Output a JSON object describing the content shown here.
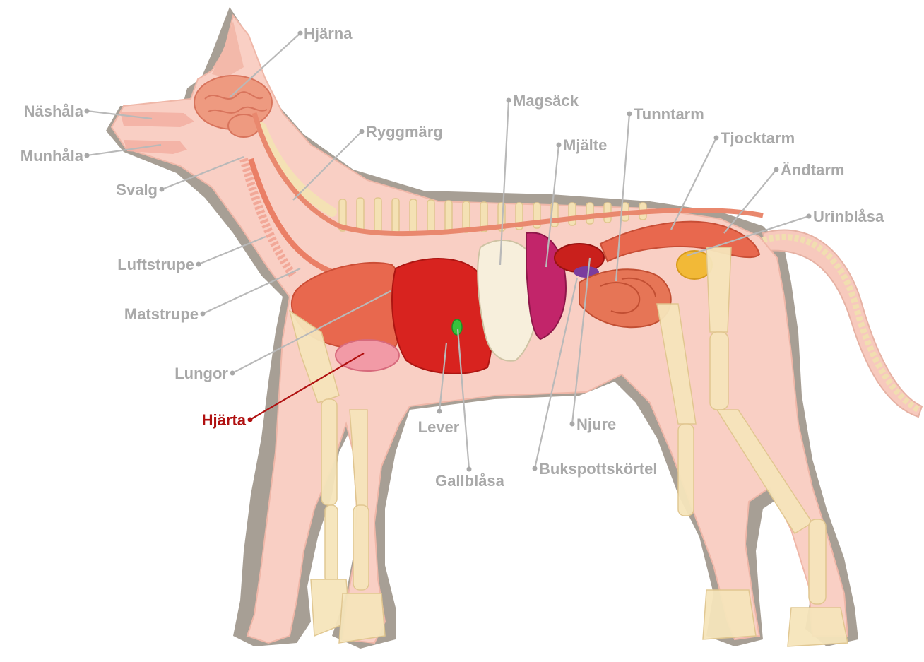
{
  "highlight_color": "#b01010",
  "label_color": "#a9a9a9",
  "labels": {
    "hjarna": "Hjärna",
    "nashala": "Näshåla",
    "munhala": "Munhåla",
    "svalg": "Svalg",
    "ryggmarg": "Ryggmärg",
    "luftstrupe": "Luftstrupe",
    "matstrupe": "Matstrupe",
    "lungor": "Lungor",
    "hjarta": "Hjärta",
    "lever": "Lever",
    "gallblasa": "Gallblåsa",
    "magsack": "Magsäck",
    "mjalte": "Mjälte",
    "tunntarm": "Tunntarm",
    "tjocktarm": "Tjocktarm",
    "andtarm": "Ändtarm",
    "urinblasa": "Urinblåsa",
    "njure": "Njure",
    "bukspottskortel": "Bukspottskörtel"
  },
  "highlighted": "Hjärta"
}
